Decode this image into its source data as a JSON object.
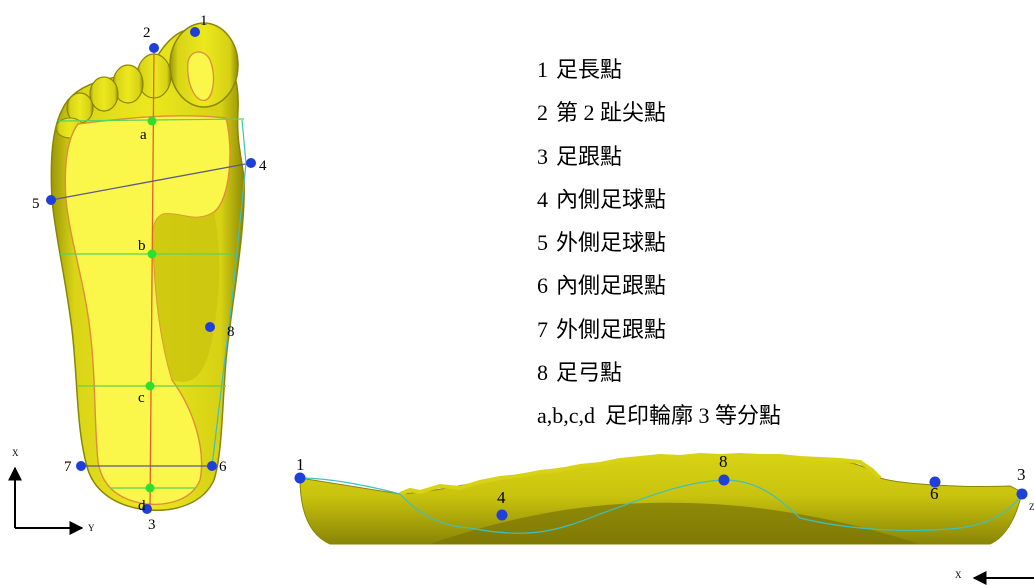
{
  "colors": {
    "foot_fill": "#e3e01a",
    "foot_shade": "#a9a40a",
    "footprint_fill": "#fbf64a",
    "contour_line": "#e08c3c",
    "center_line": "#e0612e",
    "guide_line_green": "#58d458",
    "landmark_blue": "#1e3fd8",
    "landmark_green": "#2ee02e",
    "ball_line": "#5a5a8a",
    "profile_curve": "#3cc0c0"
  },
  "plantar_view": {
    "landmarks": [
      {
        "id": "1",
        "label": "1",
        "dot": "blue"
      },
      {
        "id": "2",
        "label": "2",
        "dot": "blue"
      },
      {
        "id": "3",
        "label": "3",
        "dot": "blue"
      },
      {
        "id": "4",
        "label": "4",
        "dot": "blue"
      },
      {
        "id": "5",
        "label": "5",
        "dot": "blue"
      },
      {
        "id": "6",
        "label": "6",
        "dot": "blue"
      },
      {
        "id": "7",
        "label": "7",
        "dot": "blue"
      },
      {
        "id": "8",
        "label": "8",
        "dot": "blue"
      },
      {
        "id": "a",
        "label": "a",
        "dot": "green"
      },
      {
        "id": "b",
        "label": "b",
        "dot": "green"
      },
      {
        "id": "c",
        "label": "c",
        "dot": "green"
      },
      {
        "id": "d",
        "label": "d",
        "dot": "green"
      }
    ],
    "axis": {
      "vertical_label": "X",
      "horizontal_label": "Y"
    }
  },
  "side_view": {
    "landmarks": [
      {
        "id": "1",
        "label": "1"
      },
      {
        "id": "4",
        "label": "4"
      },
      {
        "id": "8",
        "label": "8"
      },
      {
        "id": "6",
        "label": "6"
      },
      {
        "id": "3",
        "label": "3"
      }
    ],
    "axis": {
      "horizontal_label": "X",
      "vertical_label": "Z"
    }
  },
  "legend": [
    {
      "key": "1",
      "text": "足長點"
    },
    {
      "key": "2",
      "text": "第 2 趾尖點"
    },
    {
      "key": "3",
      "text": "足跟點"
    },
    {
      "key": "4",
      "text": "內側足球點"
    },
    {
      "key": "5",
      "text": "外側足球點"
    },
    {
      "key": "6",
      "text": "內側足跟點"
    },
    {
      "key": "7",
      "text": "外側足跟點"
    },
    {
      "key": "8",
      "text": "足弓點"
    },
    {
      "key": "a,b,c,d",
      "text": "足印輪廓 3 等分點"
    }
  ]
}
